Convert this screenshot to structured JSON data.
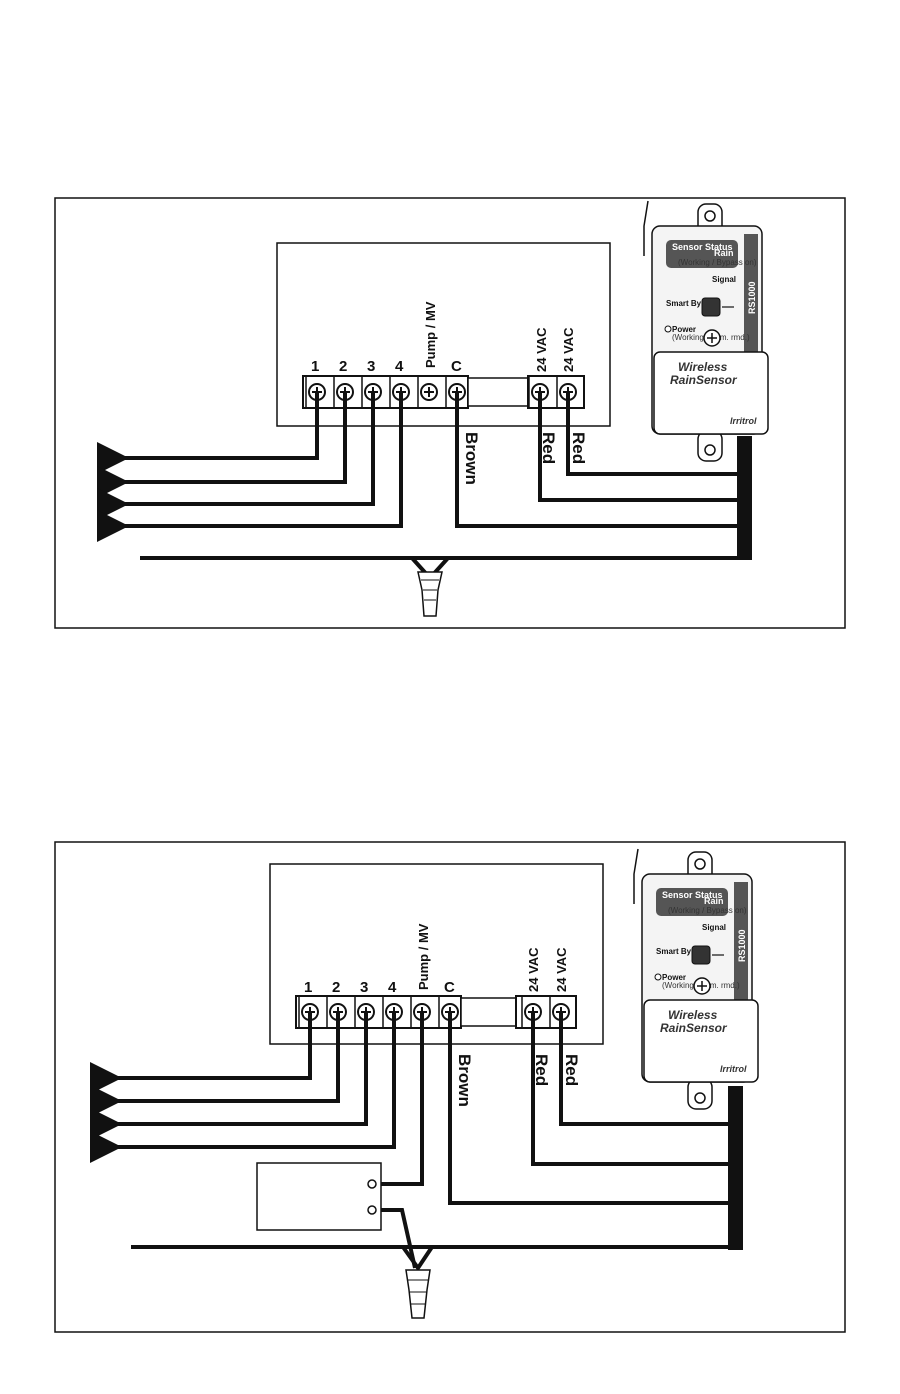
{
  "diagrams": [
    {
      "terminals": [
        "1",
        "2",
        "3",
        "4",
        "Pump / MV",
        "C",
        "24 VAC",
        "24 VAC"
      ],
      "wire_labels": {
        "common": "Brown",
        "power_a": "Red",
        "power_b": "Red"
      },
      "sensor": {
        "status_label": "Sensor Status",
        "rain_label": "Rain",
        "status_sub": "(Working / Bypass on)",
        "signal_label": "Signal",
        "bypass_label": "Smart Bypass",
        "power_label": "Power",
        "power_sub": "(Working / Alrm. rmd.)",
        "model": "RS1000",
        "product_line1": "Wireless",
        "product_line2": "RainSensor",
        "brand": "Irritrol"
      },
      "has_pump_relay": false
    },
    {
      "terminals": [
        "1",
        "2",
        "3",
        "4",
        "Pump / MV",
        "C",
        "24 VAC",
        "24 VAC"
      ],
      "wire_labels": {
        "common": "Brown",
        "power_a": "Red",
        "power_b": "Red"
      },
      "sensor": {
        "status_label": "Sensor Status",
        "rain_label": "Rain",
        "status_sub": "(Working / Bypass on)",
        "signal_label": "Signal",
        "bypass_label": "Smart Bypass",
        "power_label": "Power",
        "power_sub": "(Working / Alrm. rmd.)",
        "model": "RS1000",
        "product_line1": "Wireless",
        "product_line2": "RainSensor",
        "brand": "Irritrol"
      },
      "has_pump_relay": true
    }
  ],
  "colors": {
    "wire": "#111111",
    "panel_dark": "#555555",
    "panel_light": "#dddddd",
    "sensor_bg": "#f4f4f4"
  }
}
